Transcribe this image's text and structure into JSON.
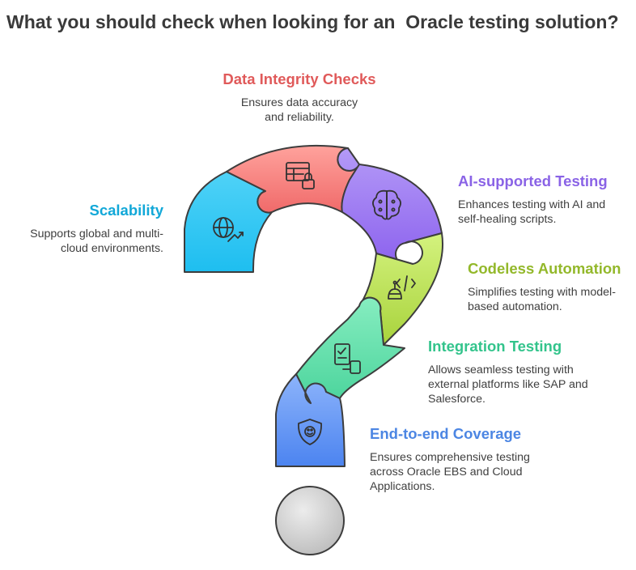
{
  "title": "What you should check when looking for an  Oracle testing solution?",
  "colors": {
    "data_integrity": "#e05a5a",
    "ai_testing": "#8a63e6",
    "scalability": "#12a8d8",
    "codeless": "#93b82a",
    "integration": "#33c48c",
    "end_to_end": "#4c86e3",
    "base": "#cfcfcf"
  },
  "items": {
    "data_integrity": {
      "heading": "Data Integrity Checks",
      "description": "Ensures data accuracy and reliability.",
      "icon": "table-lock-icon"
    },
    "ai_testing": {
      "heading": "AI-supported Testing",
      "description": "Enhances testing with AI and self-healing scripts.",
      "icon": "brain-icon"
    },
    "scalability": {
      "heading": "Scalability",
      "description": "Supports global and multi-cloud environments.",
      "icon": "globe-growth-icon"
    },
    "codeless": {
      "heading": "Codeless Automation",
      "description": "Simplifies testing with model-based automation.",
      "icon": "robot-code-icon"
    },
    "integration": {
      "heading": "Integration Testing",
      "description": "Allows seamless testing with external platforms like SAP and Salesforce.",
      "icon": "checklist-device-icon"
    },
    "end_to_end": {
      "heading": "End-to-end Coverage",
      "description": "Ensures comprehensive testing across Oracle EBS and Cloud Applications.",
      "icon": "shield-face-icon"
    }
  }
}
